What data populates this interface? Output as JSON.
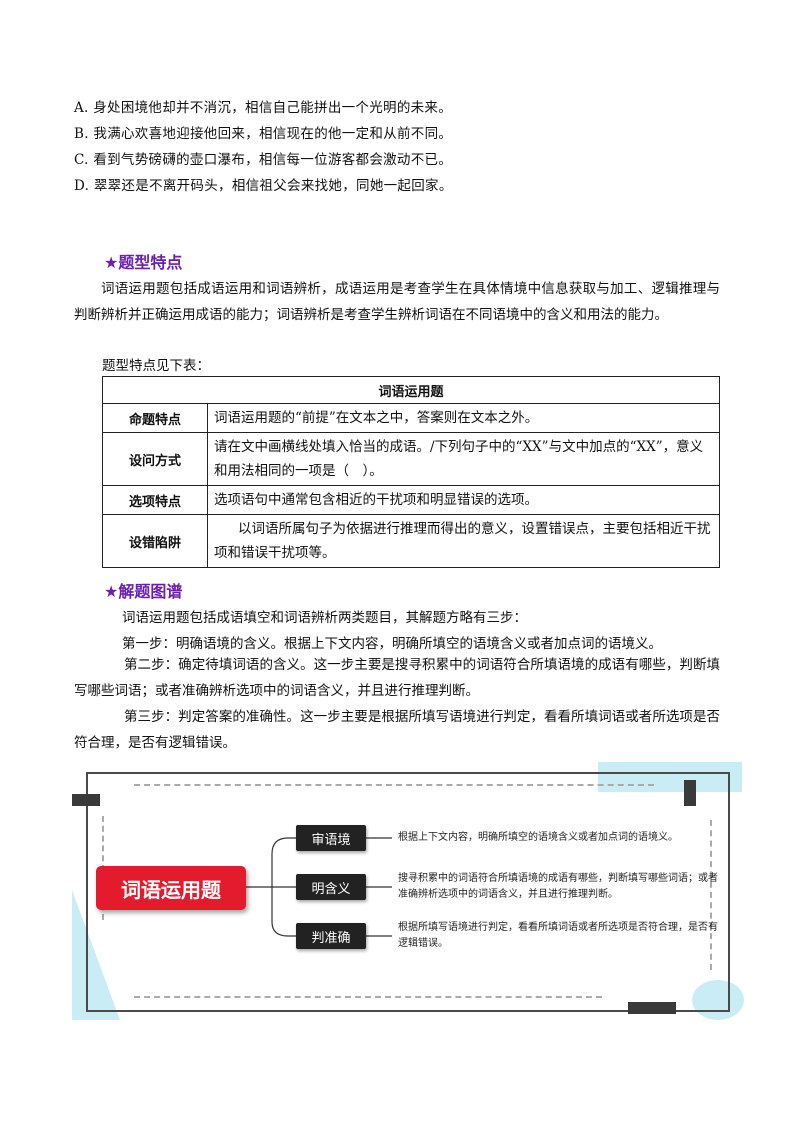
{
  "options": [
    "A. 身处困境他却并不消沉，相信自己能拼出一个光明的未来。",
    "B. 我满心欢喜地迎接他回来，相信现在的他一定和从前不同。",
    "C. 看到气势磅礴的壶口瀑布，相信每一位游客都会激动不已。",
    "D. 翠翠还是不离开码头，相信祖父会来找她，同她一起回家。"
  ],
  "section1": {
    "title": "★题型特点",
    "paragraph": "词语运用题包括成语运用和词语辨析，成语运用是考查学生在具体情境中信息获取与加工、逻辑推理与判断辨析并正确运用成语的能力；词语辨析是考查学生辨析词语在不同语境中的含义和用法的能力。",
    "table_intro": "题型特点见下表："
  },
  "table": {
    "header": "词语运用题",
    "rows": [
      {
        "key": "命题特点",
        "value": "词语运用题的“前提”在文本之中，答案则在文本之外。"
      },
      {
        "key": "设问方式",
        "value": "请在文中画横线处填入恰当的成语。/下列句子中的“XX”与文中加点的“XX”，意义和用法相同的一项是（　）。"
      },
      {
        "key": "选项特点",
        "value": "选项语句中通常包含相近的干扰项和明显错误的选项。"
      },
      {
        "key": "设错陷阱",
        "value": "以词语所属句子为依据进行推理而得出的意义，设置错误点，主要包括相近干扰项和错误干扰项等。"
      }
    ]
  },
  "section2": {
    "title": "★解题图谱",
    "intro": "词语运用题包括成语填空和词语辨析两类题目，其解题方略有三步：",
    "step1": "第一步：明确语境的含义。根据上下文内容，明确所填空的语境含义或者加点词的语境义。",
    "step2": "第二步：确定待填词语的含义。这一步主要是搜寻积累中的词语符合所填语境的成语有哪些，判断填写哪些词语；或者准确辨析选项中的词语含义，并且进行推理判断。",
    "step3": "第三步：判定答案的准确性。这一步主要是根据所填写语境进行判定，看看所填词语或者所选项是否符合理，是否有逻辑错误。"
  },
  "diagram": {
    "main": "词语运用题",
    "nodes": [
      {
        "label": "审语境",
        "desc": "根据上下文内容，明确所填空的语境含义或者加点词的语境义。"
      },
      {
        "label": "明含义",
        "desc": "搜寻积累中的词语符合所填语境的成语有哪些，判断填写哪些词语；或者准确辨析选项中的词语含义，并且进行推理判断。"
      },
      {
        "label": "判准确",
        "desc": "根据所填写语境进行判定，看看所填词语或者所选项是否符合理，是否有逻辑错误。"
      }
    ]
  }
}
